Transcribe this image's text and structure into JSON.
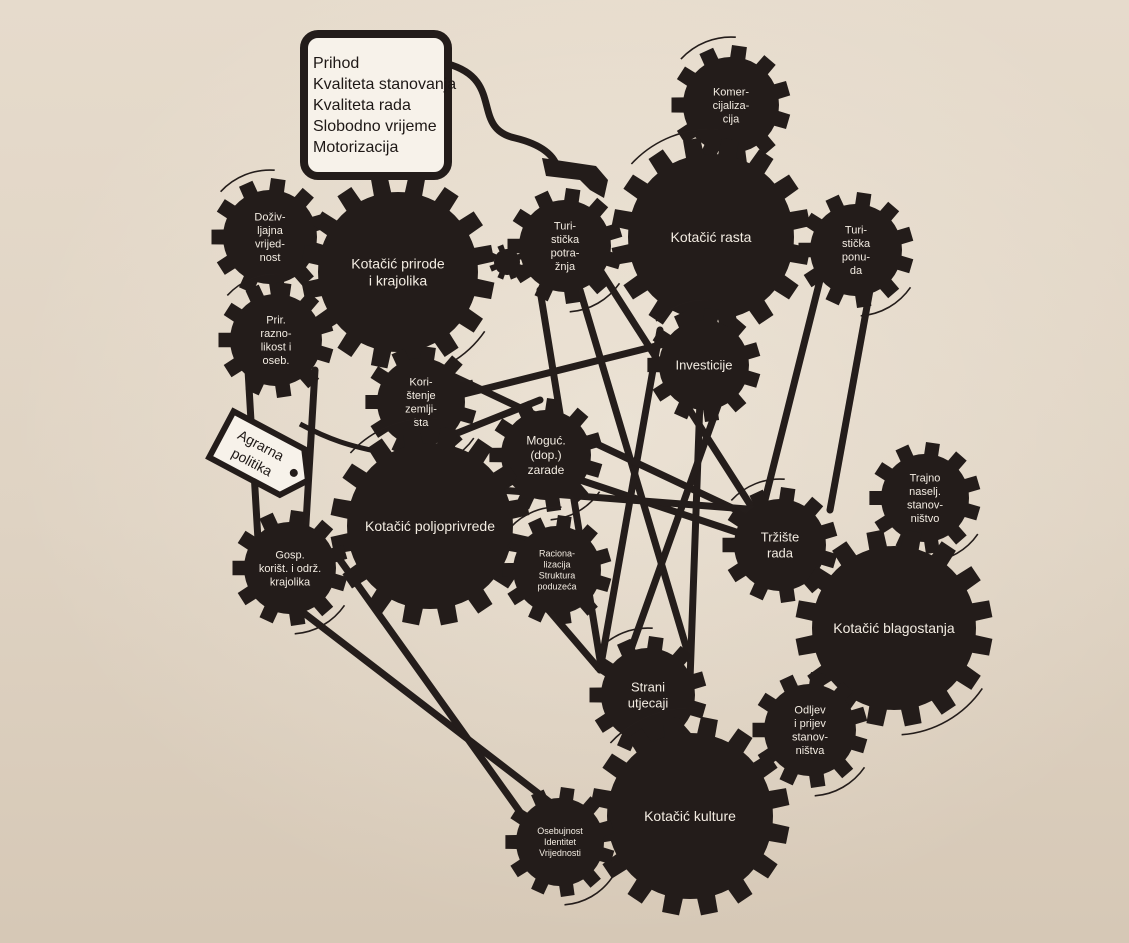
{
  "info_box": {
    "lines": [
      "Prihod",
      "Kvaliteta stanovanja",
      "Kvaliteta rada",
      "Slobodno vrijeme",
      "Motorizacija"
    ]
  },
  "tag": {
    "lines": [
      "Agrarna",
      "politika"
    ]
  },
  "gears": [
    {
      "id": "komercijalizacija",
      "lines": [
        "Komer-",
        "cijaliza-",
        "cija"
      ]
    },
    {
      "id": "turisticka-potraznja",
      "lines": [
        "Turi-",
        "stička",
        "potra-",
        "žnja"
      ]
    },
    {
      "id": "kotacic-rasta",
      "lines": [
        "Kotačić rasta"
      ]
    },
    {
      "id": "turisticka-ponuda",
      "lines": [
        "Turi-",
        "stička",
        "ponu-",
        "da"
      ]
    },
    {
      "id": "dozivljajna-vrijednost",
      "lines": [
        "Doživ-",
        "ljajna",
        "vrijed-",
        "nost"
      ]
    },
    {
      "id": "kotacic-prirode",
      "lines": [
        "Kotačić prirode",
        "i krajolika"
      ]
    },
    {
      "id": "prir-raznolikost",
      "lines": [
        "Prir.",
        "razno-",
        "likost i",
        "oseb."
      ]
    },
    {
      "id": "koristenje-zemljista",
      "lines": [
        "Kori-",
        "štenje",
        "zemlji-",
        "šta"
      ]
    },
    {
      "id": "investicije",
      "lines": [
        "Investicije"
      ]
    },
    {
      "id": "moguc-zarade",
      "lines": [
        "Moguć.",
        "(dop.)",
        "zarade"
      ]
    },
    {
      "id": "kotacic-poljoprivrede",
      "lines": [
        "Kotačić poljoprivrede"
      ]
    },
    {
      "id": "trajno-naselj",
      "lines": [
        "Trajno",
        "naselj.",
        "stanov-",
        "ništvo"
      ]
    },
    {
      "id": "trziste-rada",
      "lines": [
        "Tržište",
        "rada"
      ]
    },
    {
      "id": "gosp-korist",
      "lines": [
        "Gosp.",
        "korišt. i održ.",
        "krajolika"
      ]
    },
    {
      "id": "racionalizacija",
      "lines": [
        "Raciona-",
        "lizacija",
        "Struktura",
        "poduzeća"
      ]
    },
    {
      "id": "kotacic-blagostanja",
      "lines": [
        "Kotačić blagostanja"
      ]
    },
    {
      "id": "strani-utjecaji",
      "lines": [
        "Strani",
        "utjecaji"
      ]
    },
    {
      "id": "odljev-prijev",
      "lines": [
        "Odljev",
        "i prijev",
        "stanov-",
        "ništva"
      ]
    },
    {
      "id": "kotacic-kulture",
      "lines": [
        "Kotačić kulture"
      ]
    },
    {
      "id": "osebujnost",
      "lines": [
        "Osebujnost",
        "Identitet",
        "Vrijednosti"
      ]
    }
  ],
  "colors": {
    "ink": "#231c1a",
    "gear_text": "#f3ece2",
    "paper": "#e6dbcc"
  }
}
